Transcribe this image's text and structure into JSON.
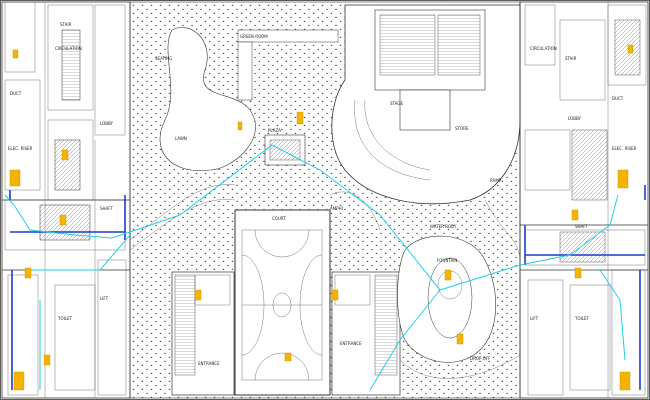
{
  "drawing": {
    "left_block": {
      "labels": [
        "CIRCULATION",
        "ELEC. RISER",
        "LOBBY",
        "SHAFT",
        "STAIR",
        "TOILET",
        "LIFT",
        "DUCT"
      ]
    },
    "central_court": {
      "labels": [
        "SEATING",
        "LAWN",
        "PLAZA",
        "WATER BODY",
        "RAMP",
        "AMPHI",
        "DROP OFF"
      ]
    },
    "court": {
      "label": "COURT"
    },
    "entrance_left": {
      "label": "ENTRANCE"
    },
    "entrance_right": {
      "label": "ENTRANCE"
    },
    "right_block": {
      "labels": [
        "CIRCULATION",
        "ELEC. RISER",
        "LOBBY",
        "SHAFT",
        "STAIR",
        "TOILET",
        "LIFT",
        "DUCT"
      ]
    },
    "top_building": {
      "labels": [
        "STAGE",
        "GREEN ROOM",
        "STORE"
      ]
    },
    "fountain": {
      "label": "FOUNTAIN"
    },
    "colors": {
      "wall": "#333333",
      "facade": "#1a3cc8",
      "cable": "#1fd0e8",
      "fixture": "#f5b400"
    }
  }
}
